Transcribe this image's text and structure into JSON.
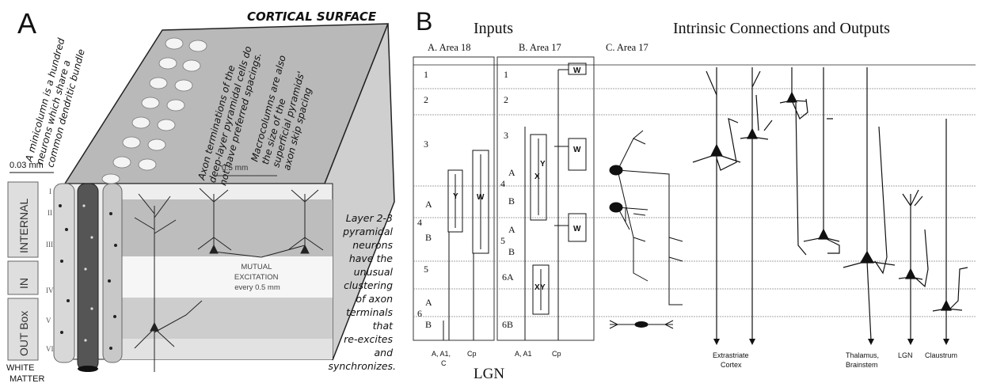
{
  "panelA": {
    "label": "A",
    "cortical_surface": "CORTICAL SURFACE",
    "minicolumn_note": [
      "A minicolumn is a hundred",
      "neurons which share a",
      "common dendritic bundle"
    ],
    "axon_note": [
      "Axon terminations of the",
      "deep-layer pyramidal cells do",
      "not have preferred spacings."
    ],
    "macro_note": [
      "Macrocolumns are also",
      "the size of the",
      "superficial pyramids'",
      "axon skip spacing"
    ],
    "scale_small": "0.03 mm",
    "scale_large": "0.5 mm",
    "layer_groups": [
      "INTERNAL",
      "IN",
      "OUT Box"
    ],
    "layer_roman": [
      "I",
      "II",
      "III",
      "IV",
      "V",
      "VI"
    ],
    "white_matter": [
      "WHITE",
      "MATTER"
    ],
    "mutual": [
      "MUTUAL",
      "EXCITATION",
      "every 0.5 mm"
    ],
    "side_note": [
      "Layer 2-3",
      "pyramidal",
      "neurons",
      "have the",
      "unusual",
      "clustering",
      "of axon",
      "terminals",
      "that",
      "re-excites",
      "and",
      "synchronizes."
    ]
  },
  "panelB": {
    "label": "B",
    "inputs_title": "Inputs",
    "intrinsic_title": "Intrinsic Connections and Outputs",
    "col_a": "A. Area 18",
    "col_b": "B. Area 17",
    "col_c": "C. Area 17",
    "layers_a": [
      "1",
      "2",
      "3",
      "A",
      "4",
      "B",
      "5",
      "A",
      "6",
      "B"
    ],
    "layers_b": [
      "1",
      "2",
      "3",
      "A",
      "4",
      "B",
      "A",
      "5",
      "B",
      "6A",
      "6B"
    ],
    "cells": [
      "Y",
      "W",
      "X",
      "Y",
      "W",
      "W",
      "X",
      "Y",
      "W"
    ],
    "bottom_a": [
      "A, A1,",
      "C",
      "Cp"
    ],
    "bottom_b": [
      "A, A1",
      "Cp"
    ],
    "lgn": "LGN",
    "outputs": [
      "Extrastriate",
      "Cortex",
      "Thalamus,",
      "Brainstem",
      "LGN",
      "Claustrum"
    ]
  }
}
